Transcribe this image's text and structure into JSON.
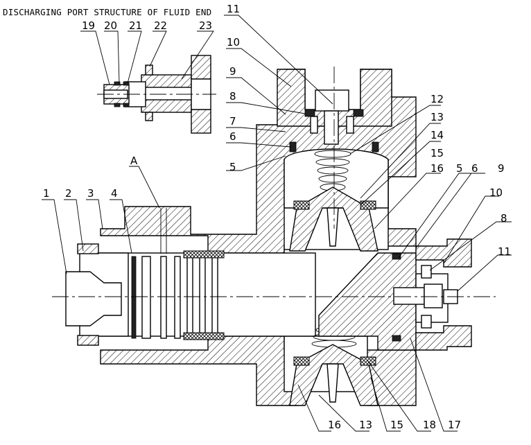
{
  "title": "DISCHARGING PORT STRUCTURE OF FLUID END",
  "callouts": {
    "c1": "1",
    "c2": "2",
    "c3": "3",
    "c4": "4",
    "c5a": "5",
    "c5b": "5",
    "c6a": "6",
    "c6b": "6",
    "c7": "7",
    "c8a": "8",
    "c8b": "8",
    "c9a": "9",
    "c9b": "9",
    "c10a": "10",
    "c10b": "10",
    "c11a": "11",
    "c11b": "11",
    "c12": "12",
    "c13a": "13",
    "c13b": "13",
    "c14": "14",
    "c15a": "15",
    "c15b": "15",
    "c16a": "16",
    "c16b": "16",
    "c17": "17",
    "c18": "18",
    "c19": "19",
    "c20": "20",
    "c21": "21",
    "c22": "22",
    "c23": "23",
    "cA": "A"
  }
}
